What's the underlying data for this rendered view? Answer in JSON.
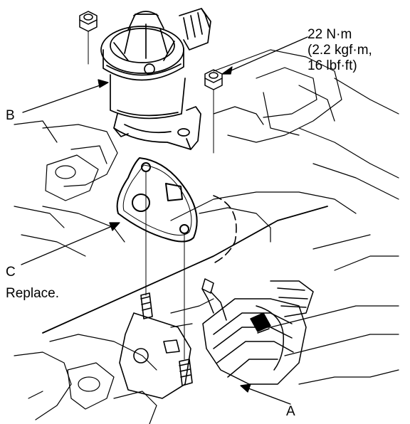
{
  "callouts": {
    "torque": {
      "line1": "22 N·m",
      "line2": "(2.2 kgf·m,",
      "line3": "16 lbf·ft)"
    },
    "a": "A",
    "b": "B",
    "c": "C",
    "c_note": "Replace."
  },
  "colors": {
    "ink": "#000000",
    "paper": "#ffffff"
  }
}
